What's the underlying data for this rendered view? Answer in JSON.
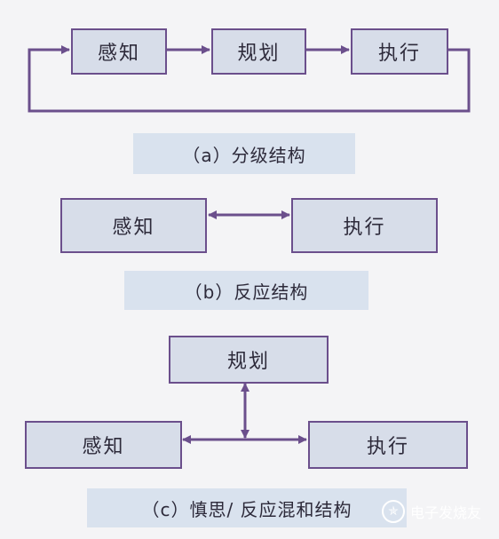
{
  "colors": {
    "box_fill": "#d7dde9",
    "box_border": "#6b4f8c",
    "line": "#6b4f8c",
    "caption_fill": "#d9e2ee",
    "text": "#2d2a3a"
  },
  "diagram_a": {
    "sense": "感知",
    "plan": "规划",
    "act": "执行",
    "caption": "（a）分级结构"
  },
  "diagram_b": {
    "sense": "感知",
    "act": "执行",
    "caption": "（b）反应结构"
  },
  "diagram_c": {
    "plan": "规划",
    "sense": "感知",
    "act": "执行",
    "caption": "（c）慎思/ 反应混和结构"
  },
  "watermark": {
    "text": "电子发烧友",
    "logo_icon": "electronic-enthusiast-logo-icon"
  }
}
